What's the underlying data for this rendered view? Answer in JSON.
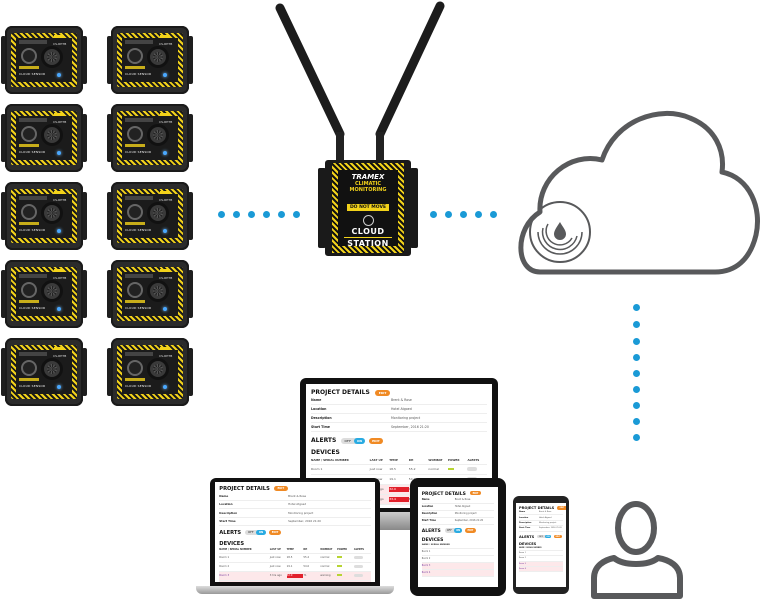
{
  "sensors": {
    "count": 10,
    "model_label": "CS-RHTB",
    "label": "CLOUD SENSOR",
    "colors": {
      "accent": "#f2d21a",
      "body": "#2b2b2b",
      "led": "#4aa8ff"
    }
  },
  "station": {
    "brand": "TRAMEX",
    "line1": "CLIMATIC",
    "line2": "MONITORING",
    "warning": "DO NOT MOVE",
    "title1": "CLOUD",
    "title2": "STATION"
  },
  "connectors": {
    "dot_color": "#1a9ad6"
  },
  "cloud": {
    "icon": "cloud-icon",
    "logo_icon": "droplet-target-icon",
    "stroke": "#58595b"
  },
  "user": {
    "icon": "user-icon",
    "stroke": "#58595b"
  },
  "dashboard": {
    "project_title": "PROJECT DETAILS",
    "edit_label": "EDIT",
    "fields": [
      {
        "label": "Name",
        "value": "Brent & Rose"
      },
      {
        "label": "Location",
        "value": "Hotel Atgoed"
      },
      {
        "label": "Description",
        "value": "Monitoring project"
      },
      {
        "label": "Start Time",
        "value": "September, 2016 21:20"
      }
    ],
    "alerts_title": "ALERTS",
    "alerts_off": "OFF",
    "alerts_on": "ON",
    "alerts_edit": "EDIT",
    "devices_title": "DEVICES",
    "columns": [
      "NAME / SERIAL NUMBER",
      "LAST UP",
      "TEMP",
      "RH",
      "WOMBAT",
      "POWER",
      "ALERTS"
    ],
    "devices": [
      {
        "name": "Room 1",
        "last": "just now",
        "temp": "18.5",
        "rh": "55.2",
        "status": "normal",
        "alert": false
      },
      {
        "name": "Room 2",
        "last": "just now",
        "temp": "19.1",
        "rh": "54.0",
        "status": "normal",
        "alert": false
      },
      {
        "name": "Room 3",
        "last": "3 hrs ago",
        "temp": "32.0",
        "rh": "71",
        "status": "warning",
        "alert": true
      },
      {
        "name": "Room 4",
        "last": "3 hrs ago",
        "temp": "33.4",
        "rh": "68",
        "status": "warning",
        "alert": true
      }
    ],
    "colors": {
      "orange": "#f08a24",
      "blue": "#29abe2",
      "alert_row": "#fde8ea",
      "alert_cell": "#e2202b"
    }
  }
}
